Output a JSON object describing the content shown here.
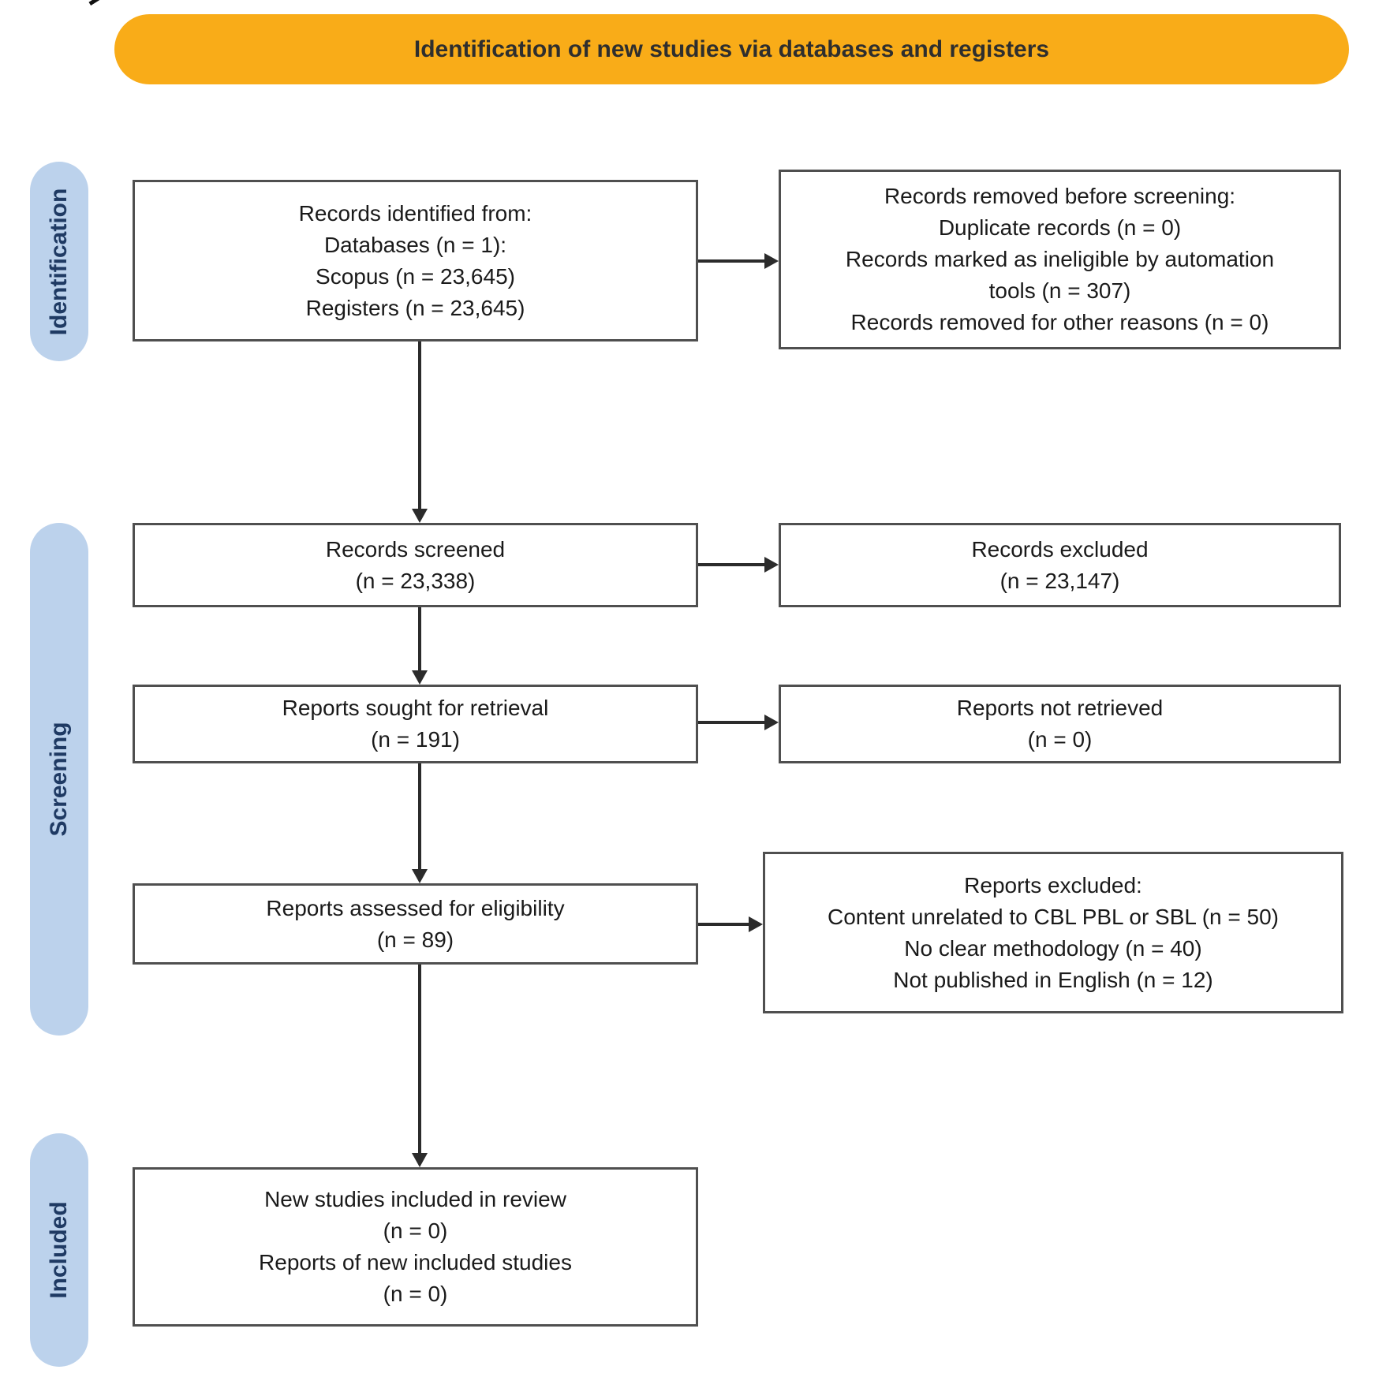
{
  "banner": {
    "label": "Identification of new studies via databases and registers"
  },
  "stages": [
    {
      "label": "Identification"
    },
    {
      "label": "Screening"
    },
    {
      "label": "Included"
    }
  ],
  "boxes": {
    "records_identified": {
      "lines": [
        "Records identified from:",
        "Databases (n = 1):",
        "Scopus (n = 23,645)",
        "Registers (n = 23,645)"
      ]
    },
    "records_removed": {
      "lines": [
        "Records removed before screening:",
        "Duplicate records (n = 0)",
        "Records marked as ineligible by automation",
        "tools (n = 307)",
        "Records removed for other reasons (n = 0)"
      ]
    },
    "records_screened": {
      "lines": [
        "Records screened",
        "(n = 23,338)"
      ]
    },
    "records_excluded": {
      "lines": [
        "Records excluded",
        "(n = 23,147)"
      ]
    },
    "reports_sought": {
      "lines": [
        "Reports sought for retrieval",
        "(n = 191)"
      ]
    },
    "reports_not_retrieved": {
      "lines": [
        "Reports not retrieved",
        "(n = 0)"
      ]
    },
    "reports_assessed": {
      "lines": [
        "Reports assessed for eligibility",
        "(n = 89)"
      ]
    },
    "reports_excluded": {
      "lines": [
        "Reports excluded:",
        "Content unrelated to CBL PBL or SBL (n = 50)",
        "No clear methodology (n = 40)",
        "Not published in English (n = 12)"
      ]
    },
    "new_studies_included": {
      "lines": [
        "New studies included in review",
        "(n = 0)",
        "Reports of new included studies",
        "(n = 0)"
      ]
    }
  },
  "colors": {
    "banner_fill": "#F9AC18",
    "banner_text": "#2E2E2E",
    "stage_fill": "#BCD2EC",
    "stage_text": "#1F3A63",
    "box_border": "#4F4F4F",
    "arrow": "#2B2B2B",
    "text": "#1A1A1A"
  }
}
